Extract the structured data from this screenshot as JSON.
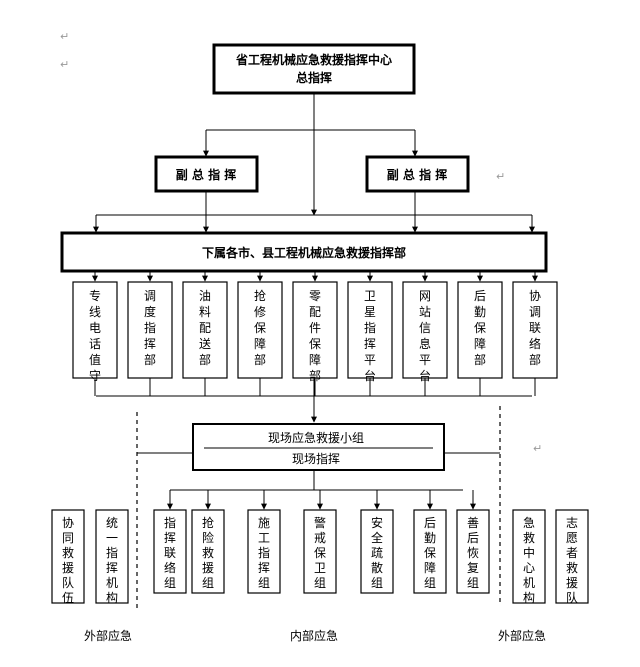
{
  "paragraph_mark": "↵",
  "commander": {
    "line1": "省工程机械应急救援指挥中心",
    "line2": "总指挥"
  },
  "deputies": [
    {
      "label": "副 总 指 挥"
    },
    {
      "label": "副 总 指 挥"
    }
  ],
  "subordinate": {
    "label": "下属各市、县工程机械应急救援指挥部"
  },
  "departments": [
    {
      "label": "专线电话值守"
    },
    {
      "label": "调度指挥部"
    },
    {
      "label": "油料配送部"
    },
    {
      "label": "抢修保障部"
    },
    {
      "label": "零配件保障部"
    },
    {
      "label": "卫星指挥平台"
    },
    {
      "label": "网站信息平台"
    },
    {
      "label": "后勤保障部"
    },
    {
      "label": "协调联络部"
    }
  ],
  "field_team": {
    "line1": "现场应急救援小组",
    "line2": "现场指挥"
  },
  "external_left": [
    {
      "label": "协同救援队伍"
    },
    {
      "label": "统一指挥机构"
    }
  ],
  "internal_groups": [
    {
      "label": "指挥联络组"
    },
    {
      "label": "抢险救援组"
    },
    {
      "label": "施工指挥组"
    },
    {
      "label": "警戒保卫组"
    },
    {
      "label": "安全疏散组"
    },
    {
      "label": "后勤保障组"
    },
    {
      "label": "善后恢复组"
    }
  ],
  "external_right": [
    {
      "label": "急救中心机构"
    },
    {
      "label": "志愿者救援队"
    }
  ],
  "sections": {
    "external_left": "外部应急",
    "internal": "内部应急",
    "external_right": "外部应急"
  }
}
